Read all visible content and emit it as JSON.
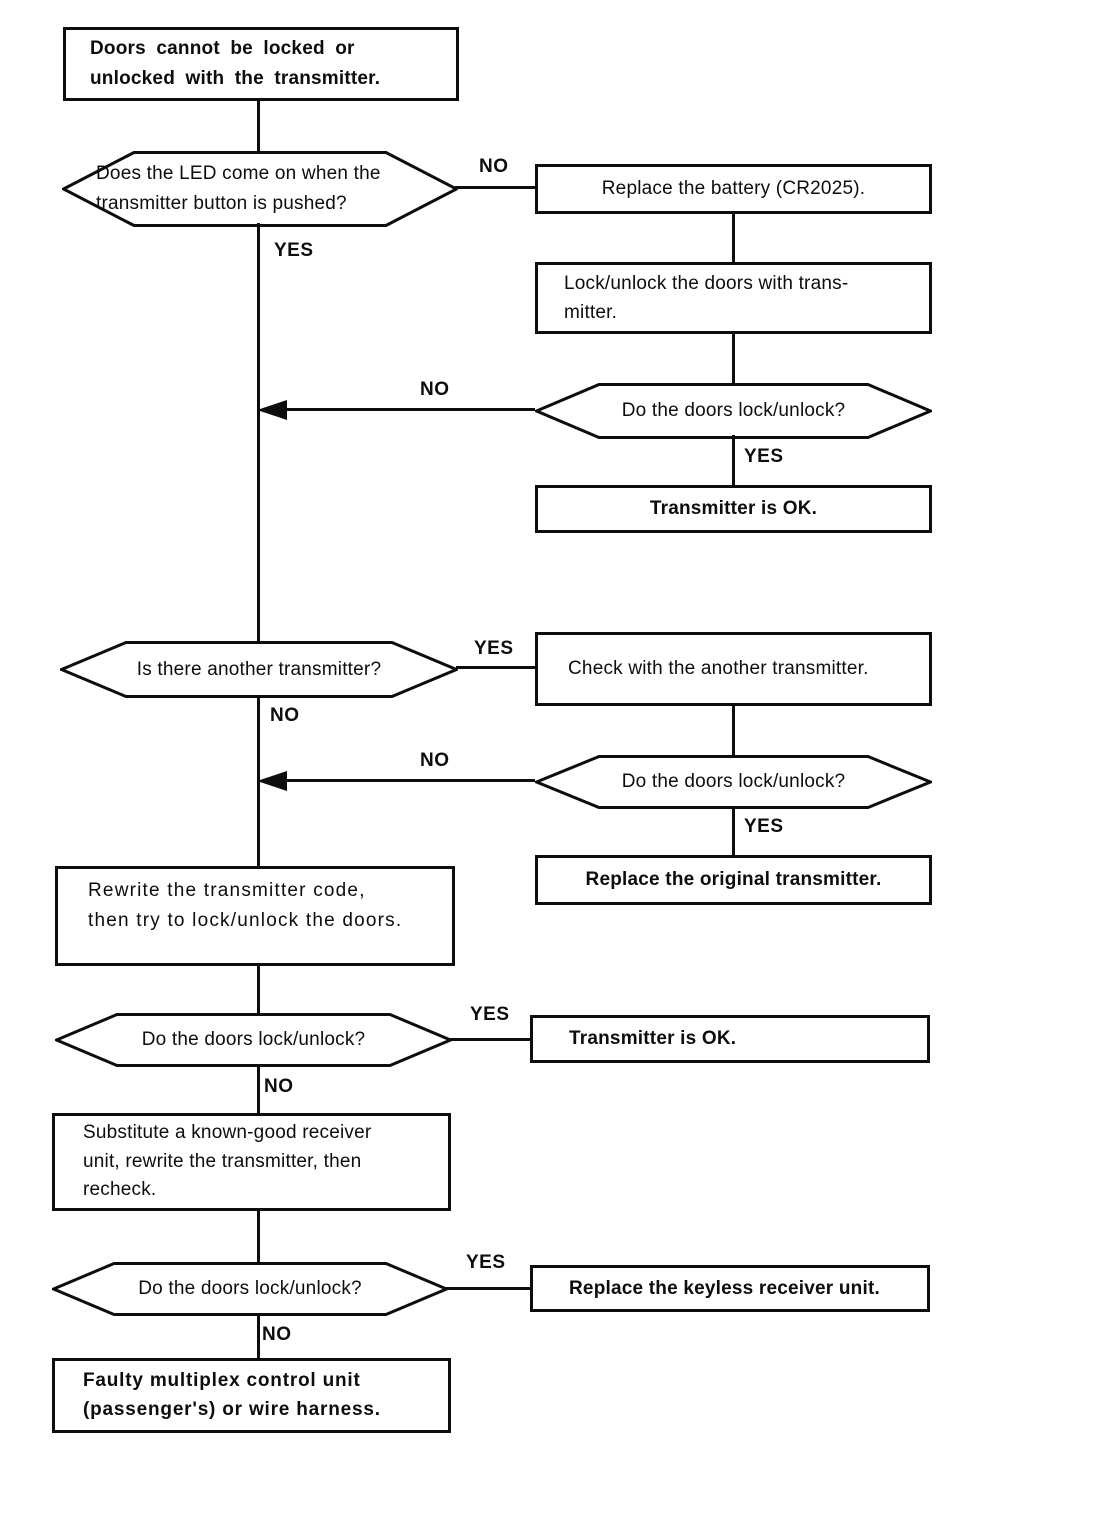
{
  "flow": {
    "labels": {
      "yes": "YES",
      "no": "NO"
    },
    "nodes": {
      "start": {
        "text": "Doors cannot be locked or\nunlocked with the transmitter."
      },
      "q_led": {
        "text": "Does the LED come on when the\ntransmitter button is pushed?"
      },
      "replace_battery": {
        "text": "Replace the battery (CR2025)."
      },
      "lock_unlock": {
        "text": "Lock/unlock the doors with trans-\nmitter."
      },
      "q_doors": {
        "text": "Do the doors lock/unlock?"
      },
      "transmitter_ok": {
        "text": "Transmitter is OK."
      },
      "q_another": {
        "text": "Is there another transmitter?"
      },
      "check_another": {
        "text": "Check with the another transmitter."
      },
      "replace_original": {
        "text": "Replace the original transmitter."
      },
      "rewrite_code": {
        "text": "Rewrite the transmitter code,\nthen try to lock/unlock the doors."
      },
      "substitute_receiver": {
        "text": "Substitute a known-good receiver\nunit, rewrite the transmitter, then\nrecheck."
      },
      "replace_keyless": {
        "text": "Replace the keyless receiver unit."
      },
      "faulty_multiplex": {
        "text": "Faulty multiplex control unit\n(passenger's) or wire harness."
      }
    }
  }
}
